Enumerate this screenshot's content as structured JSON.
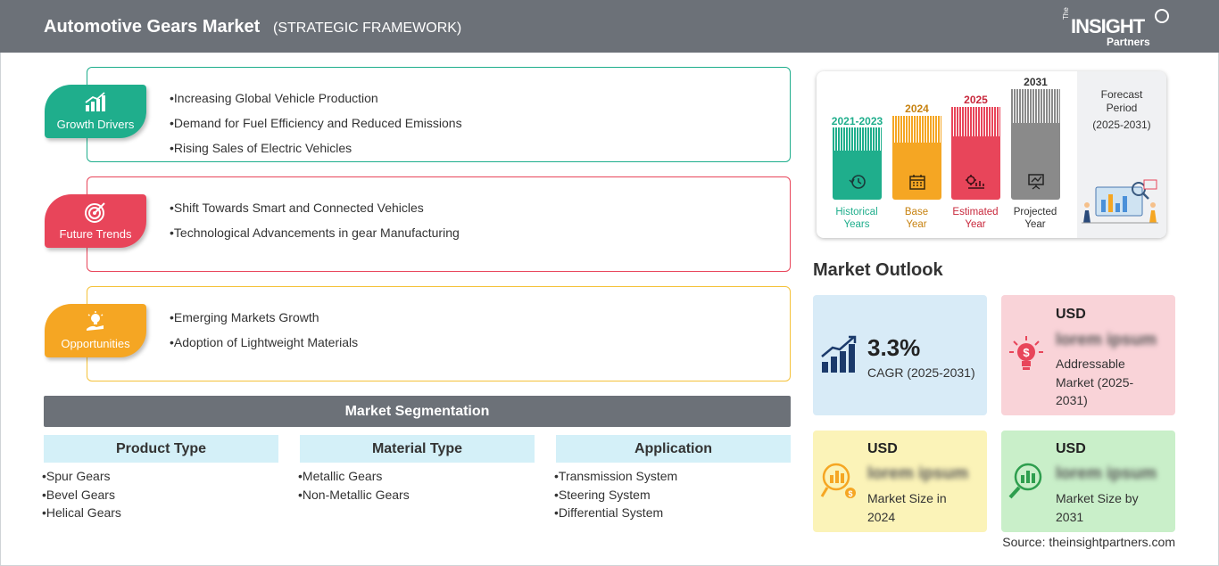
{
  "header": {
    "title": "Automotive Gears Market",
    "subtitle": "(STRATEGIC FRAMEWORK)",
    "logo_the": "The",
    "logo_insight": "INSIGHT",
    "logo_partners": "Partners"
  },
  "framework": {
    "growth_drivers": {
      "label": "Growth Drivers",
      "icon": "bar-chart-up-icon",
      "color": "#1fae8c",
      "items": [
        "Increasing Global Vehicle Production",
        "Demand for Fuel Efficiency and Reduced Emissions",
        "Rising Sales of Electric Vehicles"
      ]
    },
    "future_trends": {
      "label": "Future Trends",
      "icon": "target-icon",
      "color": "#e8455a",
      "items": [
        "Shift Towards Smart and Connected Vehicles",
        "Technological Advancements in gear Manufacturing"
      ]
    },
    "opportunities": {
      "label": "Opportunities",
      "icon": "lightbulb-hand-icon",
      "color": "#f5a623",
      "items": [
        "Emerging Markets Growth",
        "Adoption of Lightweight Materials"
      ]
    }
  },
  "segmentation": {
    "title": "Market Segmentation",
    "columns": [
      {
        "header": "Product Type",
        "items": [
          "Spur Gears",
          "Bevel Gears",
          "Helical Gears"
        ]
      },
      {
        "header": "Material Type",
        "items": [
          "Metallic Gears",
          "Non-Metallic Gears"
        ]
      },
      {
        "header": "Application",
        "items": [
          "Transmission System",
          "Steering System",
          "Differential System"
        ]
      }
    ]
  },
  "timeline": {
    "columns": [
      {
        "year": "2021-2023",
        "label1": "Historical",
        "label2": "Years",
        "color": "#1fae8c",
        "icon": "history-icon"
      },
      {
        "year": "2024",
        "label1": "Base",
        "label2": "Year",
        "color": "#f5a623",
        "icon": "calendar-icon"
      },
      {
        "year": "2025",
        "label1": "Estimated",
        "label2": "Year",
        "color": "#e8455a",
        "icon": "gear-chart-icon"
      },
      {
        "year": "2031",
        "label1": "Projected",
        "label2": "Year",
        "color": "#8a8a8a",
        "icon": "presentation-icon"
      }
    ],
    "forecast_line1": "Forecast",
    "forecast_line2": "Period",
    "forecast_line3": "(2025-2031)"
  },
  "outlook": {
    "title": "Market Outlook",
    "cagr": {
      "value": "3.3%",
      "label": "CAGR (2025-2031)",
      "color": "#d8ebf7"
    },
    "addressable": {
      "usd": "USD",
      "value": "lorem ipsum",
      "label": "Addressable Market (2025-2031)",
      "color": "#f9d3d8"
    },
    "size2024": {
      "usd": "USD",
      "value": "lorem ipsum",
      "label": "Market Size in 2024",
      "color": "#fbf3b8"
    },
    "size2031": {
      "usd": "USD",
      "value": "lorem ipsum",
      "label": "Market Size by 2031",
      "color": "#c9efc9"
    }
  },
  "source": "Source: theinsightpartners.com"
}
